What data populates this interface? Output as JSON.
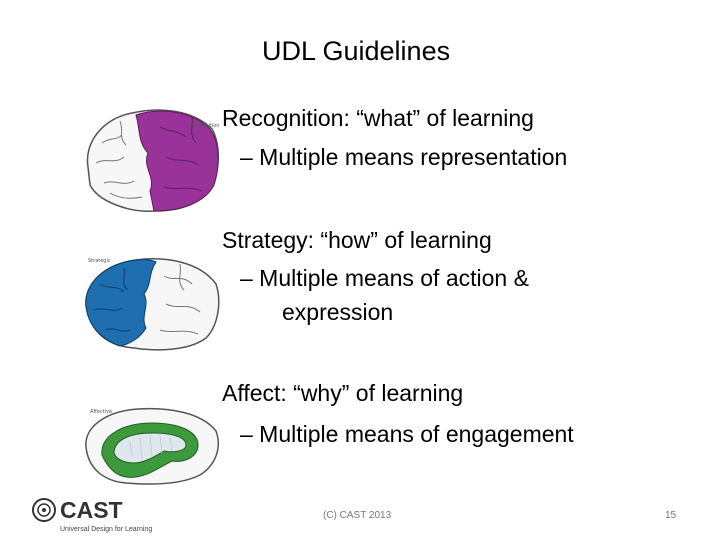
{
  "slide": {
    "title": "UDL Guidelines",
    "sections": [
      {
        "name": "recognition",
        "heading": "Recognition: “what” of learning",
        "detail_lines": [
          "–  Multiple means representation"
        ],
        "brain_label": "Recognition",
        "highlight_color": "#993399"
      },
      {
        "name": "strategy",
        "heading": "Strategy: “how” of learning",
        "detail_lines": [
          "– Multiple means of action  &",
          "expression"
        ],
        "brain_label": "Strategic",
        "highlight_color": "#1f6fb0"
      },
      {
        "name": "affect",
        "heading": "Affect: “why” of learning",
        "detail_lines": [
          "– Multiple means of engagement"
        ],
        "brain_label": "Affective",
        "highlight_color": "#3c9a3c"
      }
    ]
  },
  "footer": {
    "logo_text": "CAST",
    "logo_tagline": "Universal Design for Learning",
    "copyright": "(C) CAST 2013",
    "page_number": "15"
  }
}
